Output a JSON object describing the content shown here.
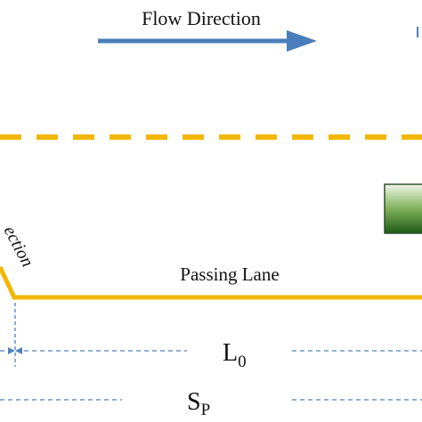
{
  "labels": {
    "flow_direction": "Flow Direction",
    "transition_section_fragment": "ection",
    "passing_lane": "Passing Lane",
    "l0_main": "L",
    "l0_sub": "0",
    "sp_main": "S",
    "sp_sub": "P"
  },
  "colors": {
    "arrow": "#4a7ebb",
    "lane_line": "#f2b705",
    "dimension_line": "#4f81bd",
    "vehicle_top": "#eef6e8",
    "vehicle_mid": "#7fb25b",
    "vehicle_bottom": "#1e5a14"
  }
}
